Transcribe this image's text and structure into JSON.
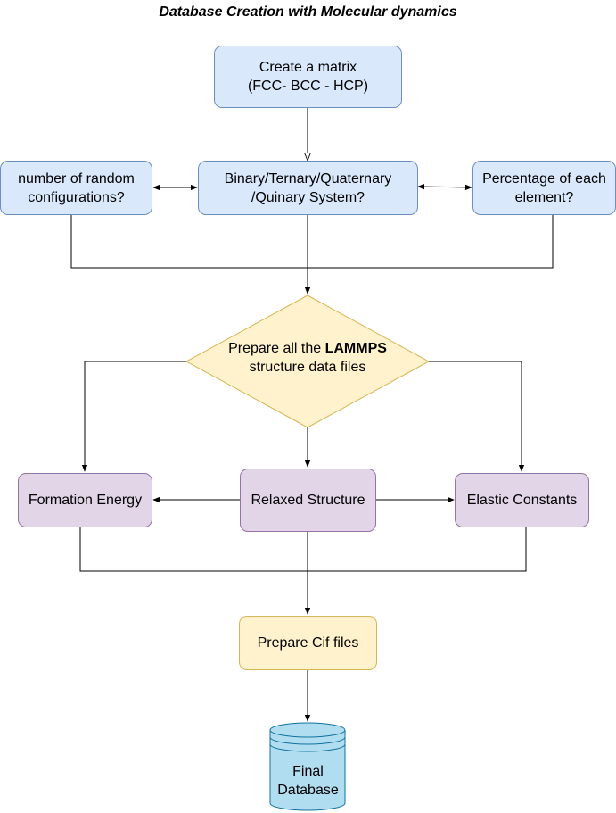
{
  "title": "Database Creation with Molecular dynamics",
  "nodes": {
    "matrix": {
      "line1": "Create a matrix",
      "line2": "(FCC- BCC - HCP)"
    },
    "random_configs": {
      "line1": "number of random",
      "line2": "configurations?"
    },
    "system": {
      "line1": "Binary/Ternary/Quaternary",
      "line2": "/Quinary System?"
    },
    "percentage": {
      "line1": "Percentage of each",
      "line2": "element?"
    },
    "prepare_lammps": {
      "line1_prefix": "Prepare all the ",
      "line1_bold": "LAMMPS",
      "line2": "structure data files"
    },
    "formation_energy": "Formation Energy",
    "relaxed_structure": "Relaxed Structure",
    "elastic_constants": "Elastic Constants",
    "prepare_cif": "Prepare Cif files",
    "final_db": {
      "line1": "Final",
      "line2": "Database"
    }
  },
  "colors": {
    "blue_fill": "#dae8fc",
    "blue_stroke": "#6c8ebf",
    "purple_fill": "#e1d5e7",
    "purple_stroke": "#9673a6",
    "yellow_fill": "#fff2cc",
    "yellow_stroke": "#d6b656",
    "db_fill": "#b1ddf0",
    "db_stroke": "#10739e"
  }
}
